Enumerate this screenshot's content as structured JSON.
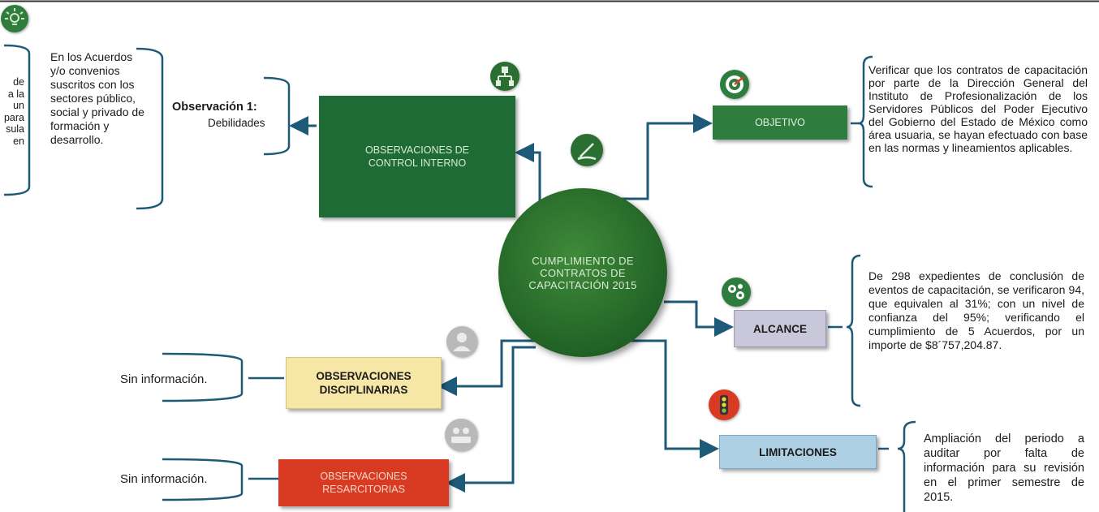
{
  "center": {
    "label": "CUMPLIMIENTO DE CONTRATOS DE CAPACITACIÓN 2015"
  },
  "control": {
    "label": "OBSERVACIONES DE CONTROL INTERNO",
    "observation_title": "Observación 1:",
    "observation_sub": "Debilidades",
    "detail": "En los Acuerdos y/o convenios suscritos con los sectores público, social y privado de formación y desarrollo.",
    "partial_words": [
      "de",
      "a la",
      "un",
      "para",
      "sula",
      "en"
    ]
  },
  "objetivo": {
    "label": "OBJETIVO",
    "detail": "Verificar que los contratos de capacitación por parte de la Dirección General del Instituto de Profesionalización de los Servidores Públicos del Poder Ejecutivo del Gobierno del Estado de México como área usuaria, se hayan efectuado con base en las normas y lineamientos aplicables."
  },
  "alcance": {
    "label": "ALCANCE",
    "detail": "De 298 expedientes de conclusión de eventos de capacitación, se verificaron 94, que equivalen al 31%; con un nivel de confianza del 95%; verificando el cumplimiento de 5 Acuerdos, por un importe de $8´757,204.87."
  },
  "limitaciones": {
    "label": "LIMITACIONES",
    "detail": "Ampliación del periodo a auditar por falta de información para su revisión en el primer semestre de 2015."
  },
  "disciplinarias": {
    "label": "OBSERVACIONES DISCIPLINARIAS",
    "detail": "Sin información."
  },
  "resarcitorias": {
    "label": "OBSERVACIONES RESARCITORIAS",
    "detail": "Sin información."
  },
  "colors": {
    "dark_green": "#1f6b35",
    "mid_green": "#2e7d3e",
    "line_blue": "#1c5a78",
    "alcance_bg": "#c9c8da",
    "limitaciones_bg": "#aed0e4",
    "disciplinarias_bg": "#f7e7a6",
    "resarcitorias_bg": "#d93a22"
  }
}
